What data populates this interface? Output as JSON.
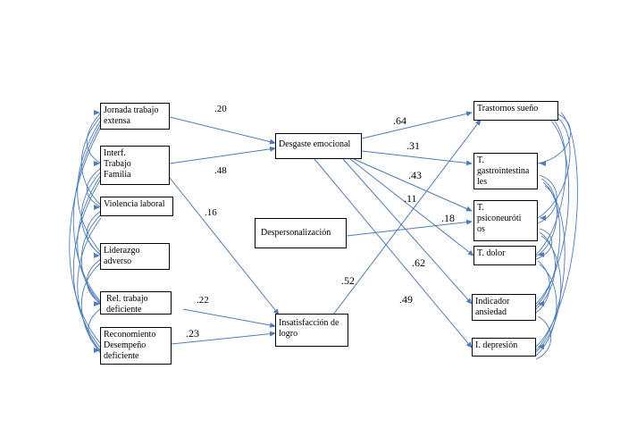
{
  "nodes": {
    "jornada": "Jornada trabajo\nextensa",
    "interf": "Interf.\nTrabajo\nFamilia",
    "violencia": "Violencia laboral",
    "liderazgo": "Liderazgo\nadverso",
    "rel": "Rel. trabajo\ndeficiente",
    "reconocimiento": "Reconomiento\nDesempeño\ndeficiente",
    "desgaste": "Desgaste emocional",
    "despersonalizacion": "Despersonalización",
    "insatisfaccion": "Insatisfacción de\nlogro",
    "trastornos": "Trastornos sueño",
    "gastro": "T.\ngastrointestina\nles",
    "psico": "T.\npsiconeuróti\nos",
    "dolor": "T. dolor",
    "ansiedad": "Indicador\nansiedad",
    "depresion": "I. depresión"
  },
  "coefficients": {
    "c1": ".20",
    "c2": ".48",
    "c3": ".16",
    "c4": ".22",
    "c5": ".23",
    "c6": ".64",
    "c7": ".31",
    "c8": ".43",
    "c9": ".11",
    "c10": ".18",
    "c11": ".62",
    "c12": ".49",
    "c13": ".52"
  },
  "colors": {
    "arrow": "#4f7cb8",
    "border": "#000000"
  }
}
